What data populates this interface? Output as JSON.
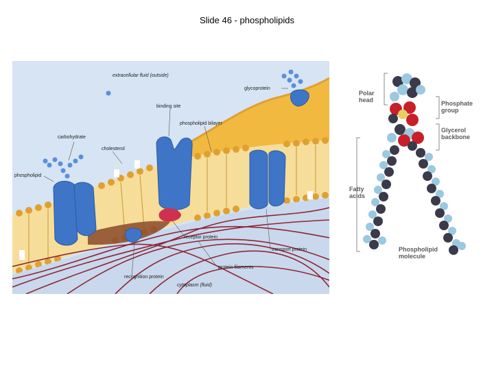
{
  "slide": {
    "title": "Slide 46 - phospholipids"
  },
  "membrane": {
    "labels": {
      "extracellular": "extracellular fluid (outside)",
      "glycoprotein": "glycoprotein",
      "binding_site": "binding site",
      "phospholipid_bilayer": "phospholipid bilayer",
      "carbohydrate": "carbohydrate",
      "cholesterol": "cholesterol",
      "phospholipid": "phospholipid",
      "receptor_protein": "receptor protein",
      "transport_protein": "transport protein",
      "protein_filaments": "protein filaments",
      "recognition_protein": "recognition protein",
      "cytoplasm": "cytoplasm (fluid)"
    }
  },
  "molecule": {
    "labels": {
      "polar_head": "Polar\nhead",
      "phosphate_group": "Phosphate\ngroup",
      "glycerol_backbone": "Glycerol\nbackbone",
      "fatty_acids": "Fatty\nacids",
      "phospholipid_molecule": "Phospholipid\nmolecule"
    }
  },
  "colors": {
    "extracellular_bg": "#d6e4f3",
    "cytoplasm_bg": "#c9d8ec",
    "lipid_head": "#e0a030",
    "protein": "#3f75c6",
    "filament": "#8b2535",
    "cell_surface": "#f2b940",
    "phosphate_red": "#c8202a",
    "carbon_dark": "#3a3a4a",
    "hydrogen_light": "#9cc8e0"
  }
}
